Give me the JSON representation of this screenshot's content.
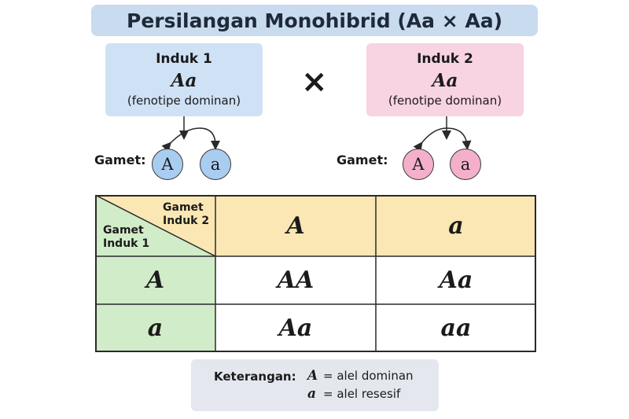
{
  "title": "Persilangan Monohibrid (Aa × Aa)",
  "cross_symbol": "×",
  "parents": [
    {
      "name": "Induk 1",
      "genotype": "Aa",
      "phenotype": "(fenotipe dominan)",
      "color": "#cfe1f5"
    },
    {
      "name": "Induk 2",
      "genotype": "Aa",
      "phenotype": "(fenotipe dominan)",
      "color": "#f8d3e2"
    }
  ],
  "gamete_label": "Gamet:",
  "gametes": {
    "parent1": [
      "A",
      "a"
    ],
    "parent2": [
      "A",
      "a"
    ]
  },
  "punnett": {
    "corner_top_label": "Gamet\nInduk 2",
    "corner_left_label": "Gamet\nInduk 1",
    "column_headers": [
      "A",
      "a"
    ],
    "row_headers": [
      "A",
      "a"
    ],
    "cells": [
      [
        "AA",
        "Aa"
      ],
      [
        "Aa",
        "aa"
      ]
    ]
  },
  "legend": {
    "title": "Keterangan:",
    "items": [
      {
        "symbol": "A",
        "text": "= alel dominan"
      },
      {
        "symbol": "a",
        "text": "= alel resesif"
      }
    ]
  },
  "colors": {
    "title_bg": "#c9dbef",
    "header_top": "#fae7b3",
    "header_left": "#d1ecc8",
    "gamete_blue": "#a9cdf0",
    "gamete_pink": "#f4b0cb"
  }
}
